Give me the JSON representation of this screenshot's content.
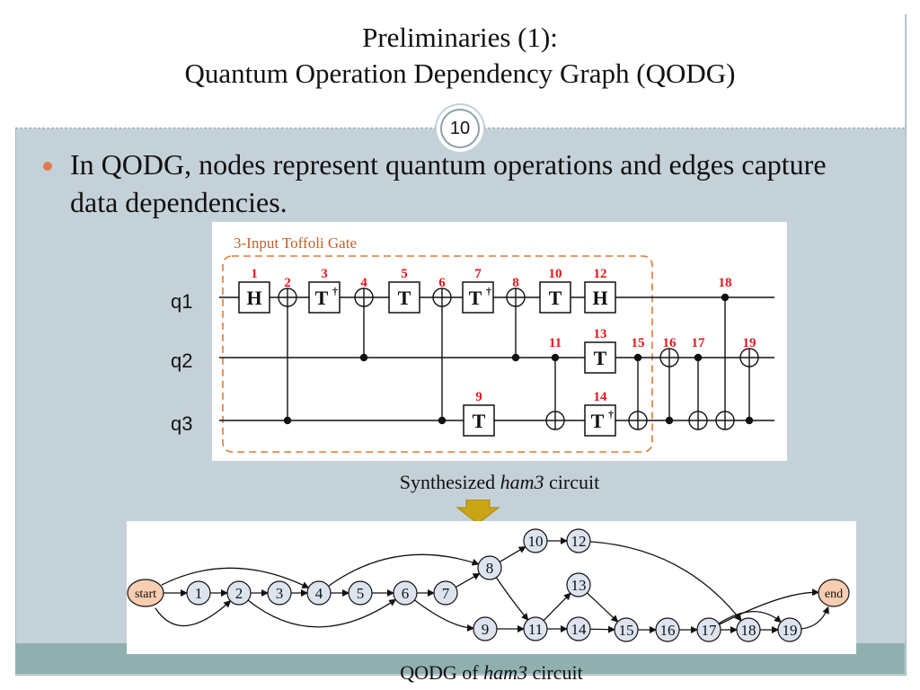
{
  "slide": {
    "title_line1": "Preliminaries (1):",
    "title_line2": "Quantum Operation Dependency Graph (QODG)",
    "slide_number": "10",
    "bullet": "In QODG, nodes represent quantum operations and edges capture data dependencies."
  },
  "circuit": {
    "box_label": "3-Input Toffoli Gate",
    "qubits": [
      "q1",
      "q2",
      "q3"
    ],
    "caption_prefix": "Synthesized ",
    "caption_italic": "ham3",
    "caption_suffix": " circuit",
    "gates": [
      {
        "id": "1",
        "type": "H",
        "qubit": "q1"
      },
      {
        "id": "2",
        "type": "CNOT",
        "control": "q3",
        "target": "q1"
      },
      {
        "id": "3",
        "type": "T†",
        "qubit": "q1"
      },
      {
        "id": "4",
        "type": "CNOT",
        "control": "q2",
        "target": "q1"
      },
      {
        "id": "5",
        "type": "T",
        "qubit": "q1"
      },
      {
        "id": "6",
        "type": "CNOT",
        "control": "q3",
        "target": "q1"
      },
      {
        "id": "7",
        "type": "T†",
        "qubit": "q1"
      },
      {
        "id": "8",
        "type": "CNOT",
        "control": "q2",
        "target": "q1"
      },
      {
        "id": "9",
        "type": "T",
        "qubit": "q3"
      },
      {
        "id": "10",
        "type": "T",
        "qubit": "q1"
      },
      {
        "id": "11",
        "type": "CNOT",
        "control": "q2",
        "target": "q3"
      },
      {
        "id": "12",
        "type": "H",
        "qubit": "q1"
      },
      {
        "id": "13",
        "type": "T",
        "qubit": "q2"
      },
      {
        "id": "14",
        "type": "T†",
        "qubit": "q3"
      },
      {
        "id": "15",
        "type": "CNOT",
        "control": "q2",
        "target": "q3"
      },
      {
        "id": "16",
        "type": "CNOT",
        "control": "q3",
        "target": "q2"
      },
      {
        "id": "17",
        "type": "CNOT",
        "control": "q2",
        "target": "q3"
      },
      {
        "id": "18",
        "type": "CNOT",
        "control": "q1",
        "target": "q3"
      },
      {
        "id": "19",
        "type": "CNOT",
        "control": "q3",
        "target": "q2"
      }
    ]
  },
  "graph": {
    "caption_prefix": "QODG of ",
    "caption_italic": "ham3",
    "caption_suffix": " circuit",
    "nodes": [
      "start",
      "1",
      "2",
      "3",
      "4",
      "5",
      "6",
      "7",
      "8",
      "9",
      "10",
      "11",
      "12",
      "13",
      "14",
      "15",
      "16",
      "17",
      "18",
      "19",
      "end"
    ],
    "edges": [
      [
        "start",
        "1"
      ],
      [
        "1",
        "2"
      ],
      [
        "2",
        "3"
      ],
      [
        "3",
        "4"
      ],
      [
        "4",
        "5"
      ],
      [
        "5",
        "6"
      ],
      [
        "6",
        "7"
      ],
      [
        "7",
        "8"
      ],
      [
        "start",
        "4"
      ],
      [
        "start",
        "2"
      ],
      [
        "2",
        "6"
      ],
      [
        "4",
        "8"
      ],
      [
        "6",
        "9"
      ],
      [
        "8",
        "10"
      ],
      [
        "8",
        "11"
      ],
      [
        "9",
        "11"
      ],
      [
        "10",
        "12"
      ],
      [
        "11",
        "13"
      ],
      [
        "11",
        "14"
      ],
      [
        "13",
        "15"
      ],
      [
        "14",
        "15"
      ],
      [
        "15",
        "16"
      ],
      [
        "16",
        "17"
      ],
      [
        "17",
        "18"
      ],
      [
        "18",
        "19"
      ],
      [
        "12",
        "18"
      ],
      [
        "17",
        "19"
      ],
      [
        "17",
        "end"
      ],
      [
        "19",
        "end"
      ]
    ]
  },
  "colors": {
    "gate_number": "#e8141b",
    "toffoli_box": "#e07a2f",
    "node_fill": "#dde4f0",
    "terminal_fill": "#f8cdb0",
    "arrow": "#c9a415"
  }
}
